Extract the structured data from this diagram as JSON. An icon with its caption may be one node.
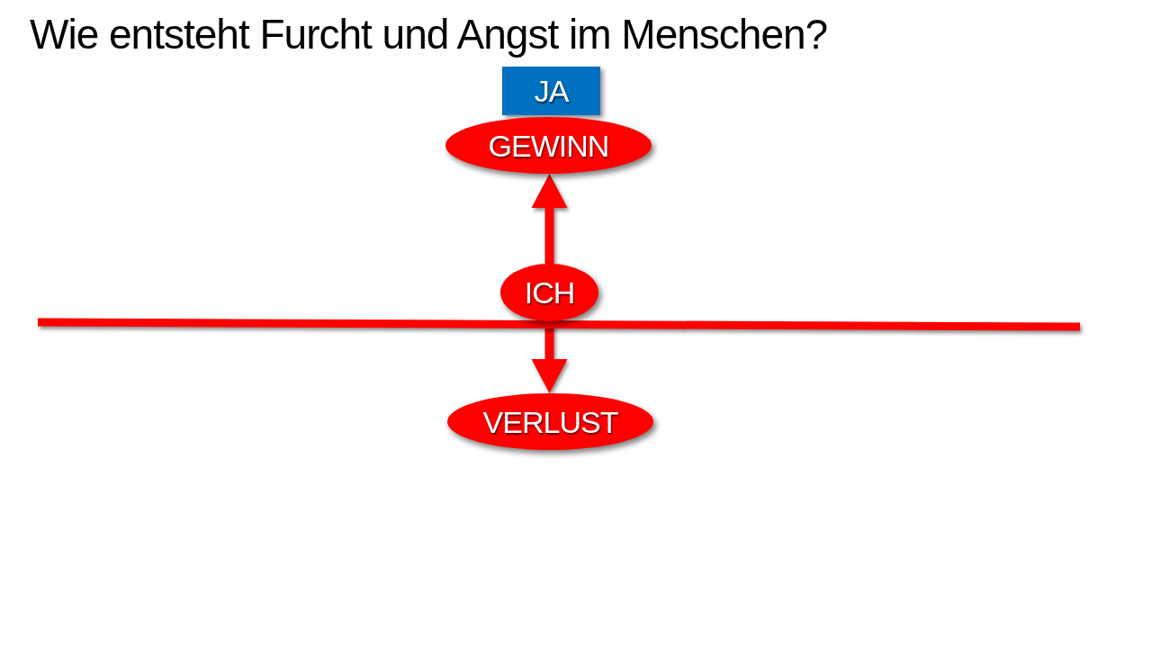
{
  "diagram": {
    "title": "Wie entsteht Furcht und Angst im Menschen?",
    "nodes": [
      {
        "text": [
          "JA"
        ]
      },
      {
        "text": [
          "GEWINN"
        ]
      },
      {
        "text": [
          "ICH"
        ]
      },
      {
        "text": [
          "VERLUST"
        ]
      }
    ],
    "edges": [
      {
        "from": 2,
        "to": 1,
        "arrow": "to"
      },
      {
        "from": 2,
        "to": 3,
        "arrow": "to"
      }
    ]
  }
}
